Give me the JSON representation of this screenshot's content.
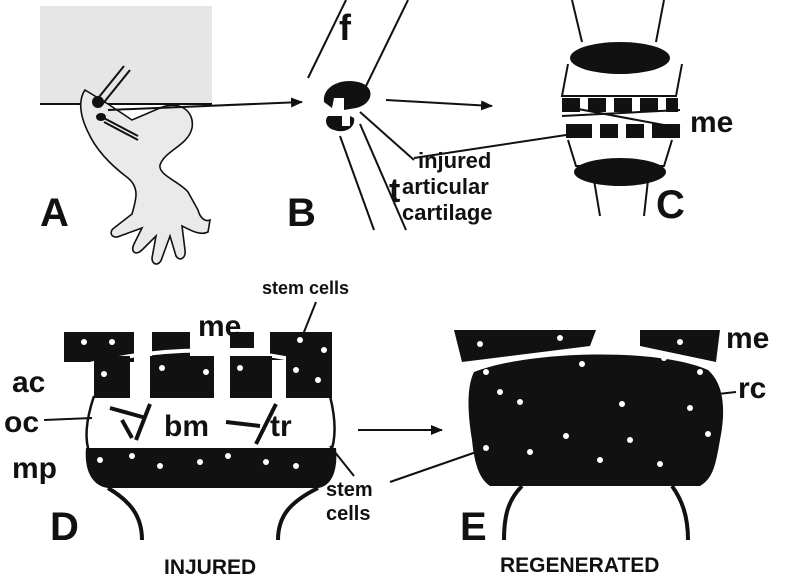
{
  "panels": {
    "a": {
      "letter": "A"
    },
    "b": {
      "letter": "B",
      "femur": "f",
      "tibia": "t",
      "injury_label": [
        "injured",
        "articular",
        "cartilage"
      ]
    },
    "c": {
      "letter": "C",
      "label": "me"
    },
    "d": {
      "letter": "D",
      "caption": "INJURED",
      "labels": {
        "me": "me",
        "ac": "ac",
        "oc": "oc",
        "bm": "bm",
        "tr": "tr",
        "mp": "mp"
      },
      "stem_cells_top": "stem cells"
    },
    "e": {
      "letter": "E",
      "caption": "REGENERATED",
      "labels": {
        "me": "me",
        "rc": "rc"
      }
    },
    "stem_cells_bottom": [
      "stem",
      "cells"
    ]
  },
  "colors": {
    "ink": "#111111",
    "tissue": "#eaeaea",
    "background": "#ffffff"
  }
}
